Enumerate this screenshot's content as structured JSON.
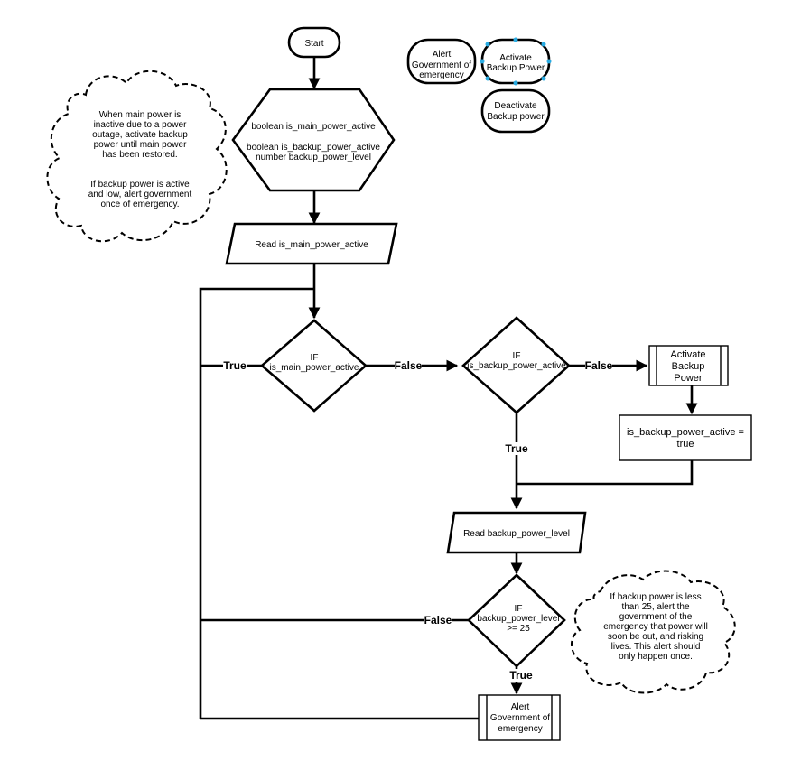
{
  "start": {
    "label": "Start"
  },
  "legend": {
    "alert_government": [
      "Alert",
      "Government of",
      "emergency"
    ],
    "activate_backup": [
      "Activate",
      "Backup Power"
    ],
    "deactivate_backup": [
      "Deactivate",
      "Backup power"
    ]
  },
  "note_top": {
    "lines": [
      "When main power is",
      "inactive due to a power",
      "outage, activate backup",
      "power until main power",
      "has been restored.",
      "",
      "If backup power is active",
      "and low, alert government",
      "once of emergency."
    ]
  },
  "declare": {
    "lines": [
      "boolean is_main_power_active",
      "",
      "boolean is_backup_power_active",
      "number backup_power_level"
    ]
  },
  "read_main": {
    "label": "Read is_main_power_active"
  },
  "if_main": {
    "lines": [
      "IF",
      "is_main_power_active"
    ]
  },
  "if_backup": {
    "lines": [
      "IF",
      "is_backup_power_active"
    ]
  },
  "activate_process": {
    "lines": [
      "Activate",
      "Backup",
      "Power"
    ]
  },
  "set_backup": {
    "lines": [
      "is_backup_power_active =",
      "true"
    ]
  },
  "read_level": {
    "label": "Read backup_power_level"
  },
  "if_level": {
    "lines": [
      "IF",
      "backup_power_level",
      ">= 25"
    ]
  },
  "alert_process": {
    "lines": [
      "Alert",
      "Government of",
      "emergency"
    ]
  },
  "note_bottom": {
    "lines": [
      "If backup power is less",
      "than 25, alert the",
      "government of the",
      "emergency that power will",
      "soon be out, and risking",
      "lives. This alert should",
      "only happen once."
    ]
  },
  "edges": {
    "true_main": "True",
    "false_main": "False",
    "false_backup": "False",
    "true_backup": "True",
    "false_level": "False",
    "true_level": "True"
  }
}
